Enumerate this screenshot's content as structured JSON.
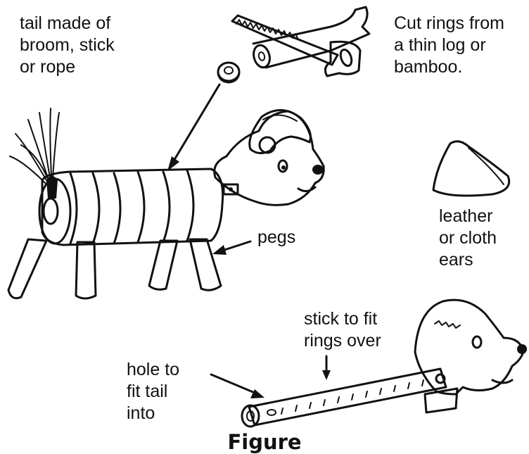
{
  "labels": {
    "tail": "tail made of\nbroom, stick\nor rope",
    "rings": "Cut rings from\na thin log or\nbamboo.",
    "ears": "leather\nor cloth\nears",
    "pegs": "pegs",
    "stick": "stick to fit\nrings over",
    "hole": "hole to\nfit tail\ninto"
  },
  "caption": "Figure"
}
